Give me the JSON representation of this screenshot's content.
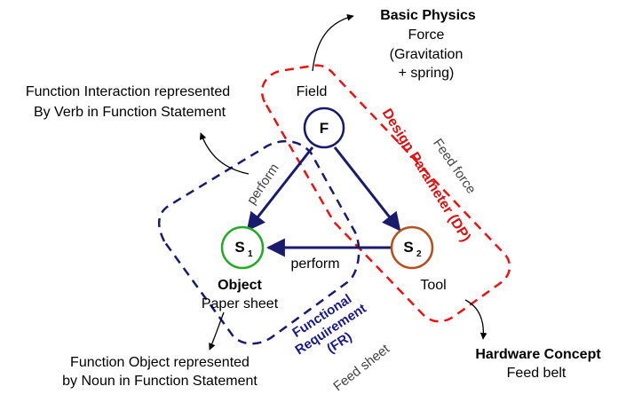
{
  "nodes": {
    "field": {
      "label": "Field",
      "letter": "F"
    },
    "object": {
      "letter": "S",
      "sub": "1",
      "label": "Object",
      "sublabel": "Paper sheet"
    },
    "tool": {
      "letter": "S",
      "sub": "2",
      "label": "Tool"
    }
  },
  "edges": {
    "left_label": "perform",
    "bottom_label": "perform",
    "right_label": "Feed force",
    "sheet_label": "Feed sheet"
  },
  "annotations": {
    "basic_physics": {
      "title": "Basic Physics",
      "line1": "Force",
      "line2": "(Gravitation",
      "line3": "+ spring)"
    },
    "function_interaction": {
      "line1": "Function Interaction represented",
      "line2": "By Verb in Function Statement"
    },
    "function_object": {
      "line1": "Function Object represented",
      "line2": "by Noun in Function Statement"
    },
    "hardware_concept": {
      "title": "Hardware Concept",
      "subtitle": "Feed belt"
    }
  },
  "regions": {
    "design_parameter": "Design Parameter (DP)",
    "functional_requirement": {
      "line1": "Functional",
      "line2": "Requirement",
      "line3": "(FR)"
    }
  },
  "colors": {
    "edge": "#1a1a6e",
    "field_circle": "#1a1a6e",
    "object_circle": "#22aa22",
    "tool_circle": "#b5501e",
    "dp_region": "#ee1111",
    "fr_region": "#1a1a6e",
    "dp_text": "#dd1111",
    "fr_text": "#1a1a8e"
  }
}
